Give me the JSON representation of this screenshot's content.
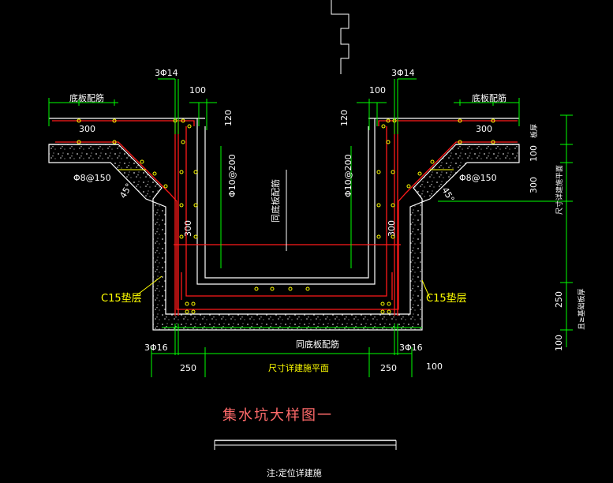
{
  "labels": {
    "top_left_bar": "3Φ14",
    "top_right_bar": "3Φ14",
    "dim_100_left": "100",
    "dim_100_right": "100",
    "dim_120_left": "120",
    "dim_120_right": "120",
    "slab_bar_left": "底板配筋",
    "slab_bar_right": "底板配筋",
    "dim_300_left": "300",
    "dim_300_right": "300",
    "stirrup_left": "Φ8@150",
    "stirrup_right": "Φ8@150",
    "angle_left": "45°",
    "angle_right": "45°",
    "wall_bar_left": "Φ10@200",
    "wall_bar_right": "Φ10@200",
    "center_note": "同底板配筋",
    "wall_300_left": "300",
    "wall_300_right": "300",
    "cushion_left": "C15垫层",
    "cushion_right": "C15垫层",
    "bottom_bar_left": "3Φ16",
    "bottom_bar_right": "3Φ16",
    "bottom_note": "同底板配筋",
    "dim_250_left": "250",
    "dim_250_right": "250",
    "dim_100_br": "100",
    "size_note": "尺寸详建施平面",
    "r_slab": "板厚",
    "r_100": "100",
    "r_300": "300",
    "r_size": "尺寸详建施平面",
    "r_250": "250",
    "r_depth": "且≥基础板厚",
    "r_100b": "100",
    "title": "集水坑大样图一",
    "footer_note": "注:定位详建施"
  },
  "colors": {
    "background": "#000000",
    "concrete_line": "#ffffff",
    "rebar": "#ff0000",
    "dimension": "#00ff00",
    "leader": "#ffff00",
    "title": "#ff6a6a"
  }
}
